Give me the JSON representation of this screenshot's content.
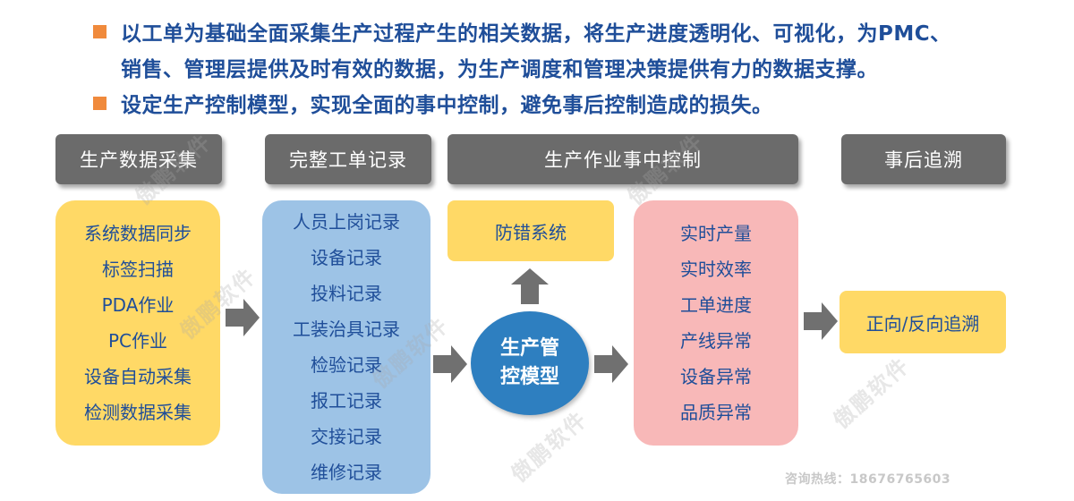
{
  "bullets": [
    {
      "line1": "以工单为基础全面采集生产过程产生的相关数据，将生产进度透明化、可视化，为PMC、",
      "line2": "销售、管理层提供及时有效的数据，为生产调度和管理决策提供有力的数据支撑。"
    },
    {
      "line1": "设定生产控制模型，实现全面的事中控制，避免事后控制造成的损失。"
    }
  ],
  "headers": {
    "collect": "生产数据采集",
    "record": "完整工单记录",
    "control": "生产作业事中控制",
    "trace": "事后追溯"
  },
  "collect_items": [
    "系统数据同步",
    "标签扫描",
    "PDA作业",
    "PC作业",
    "设备自动采集",
    "检测数据采集"
  ],
  "record_items": [
    "人员上岗记录",
    "设备记录",
    "投料记录",
    "工装治具记录",
    "检验记录",
    "报工记录",
    "交接记录",
    "维修记录"
  ],
  "error_proof": "防错系统",
  "model": {
    "line1": "生产管",
    "line2": "控模型"
  },
  "monitor_items": [
    "实时产量",
    "实时效率",
    "工单进度",
    "产线异常",
    "设备异常",
    "品质异常"
  ],
  "trace_box": "正向/反向追溯",
  "watermark": "傲鹏软件",
  "hotline": "咨询热线：18676765603",
  "colors": {
    "header": "#6b6b6b",
    "yellow": "#ffd966",
    "blue": "#9dc3e6",
    "pink": "#f8b8b8",
    "circle": "#2e7fc0",
    "text": "#1f4e99",
    "bullet": "#f08a3c",
    "arrow": "#707070"
  }
}
